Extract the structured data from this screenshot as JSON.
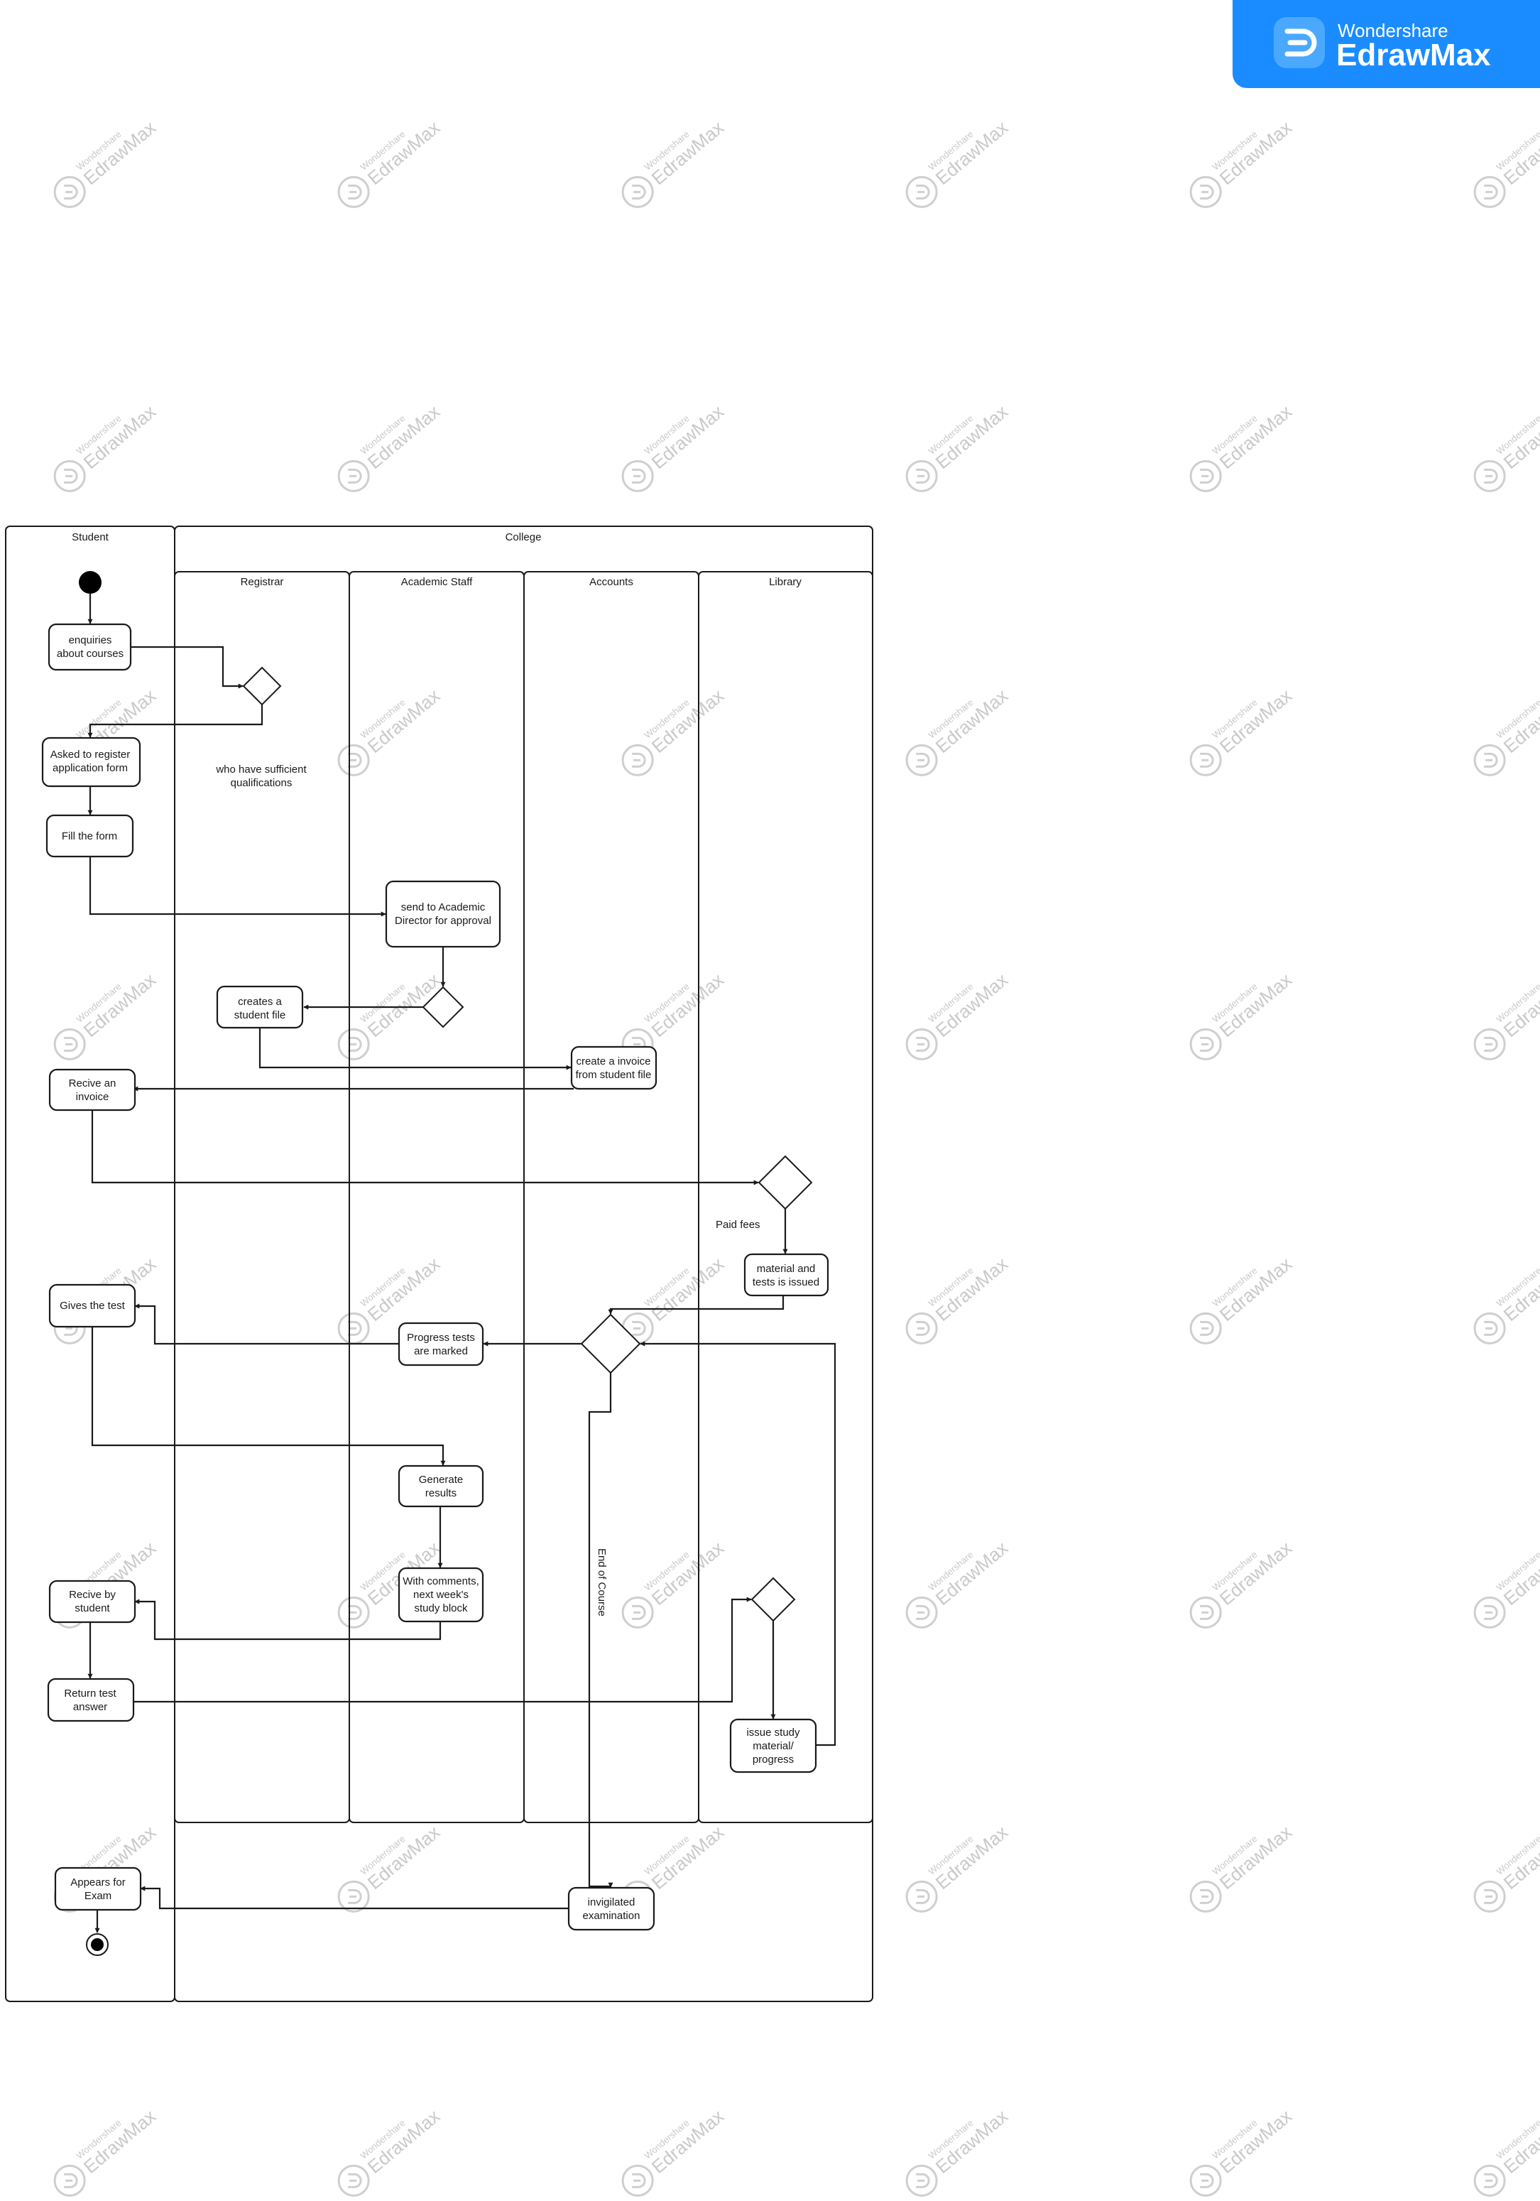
{
  "watermark": {
    "brand_small": "Wondershare",
    "brand_large": "EdrawMax"
  },
  "badge": {
    "company": "Wondershare",
    "product": "EdrawMax",
    "color": "#1a8cff"
  },
  "diagram": {
    "type": "uml-activity-swimlane",
    "pools": {
      "student": "Student",
      "college": "College"
    },
    "lanes": {
      "registrar": "Registrar",
      "academic_staff": "Academic Staff",
      "accounts": "Accounts",
      "library": "Library"
    },
    "nodes": {
      "enquiries": [
        "enquiries",
        "about courses"
      ],
      "register": [
        "Asked to register",
        "application form"
      ],
      "fill_form": [
        "Fill the form"
      ],
      "send_director": [
        "send to Academic",
        "Director for approval"
      ],
      "student_file": [
        "creates a",
        "student file"
      ],
      "create_invoice": [
        "create a invoice",
        "from student file"
      ],
      "receive_invoice": [
        "Recive an",
        "invoice"
      ],
      "material_issued": [
        "material and",
        "tests is issued"
      ],
      "gives_test": [
        "Gives the test"
      ],
      "tests_marked": [
        "Progress tests",
        "are marked"
      ],
      "generate_results": [
        "Generate",
        "results"
      ],
      "comments": [
        "With comments,",
        "next week's",
        "study block"
      ],
      "receive_student": [
        "Recive by",
        "student"
      ],
      "return_answer": [
        "Return test",
        "answer"
      ],
      "issue_material": [
        "issue study",
        "material/",
        "progress"
      ],
      "invigilated": [
        "invigilated",
        "examination"
      ],
      "appears_exam": [
        "Appears for",
        "Exam"
      ]
    },
    "labels": {
      "qualifications": [
        "who have sufficient",
        "qualifications"
      ],
      "paid_fees": "Paid fees",
      "end_of_course": "End of Course"
    }
  }
}
